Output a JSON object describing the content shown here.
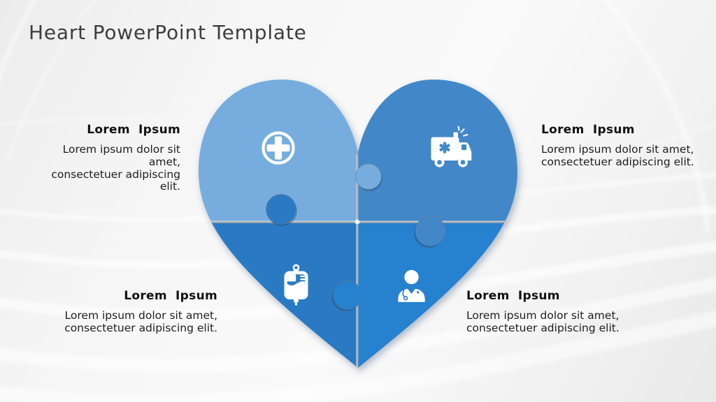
{
  "slide": {
    "title": "Heart PowerPoint Template"
  },
  "colors": {
    "top_left": "#77ADDE",
    "top_right": "#4288C9",
    "bottom_left": "#2C7AC3",
    "bottom_right": "#2781CE",
    "seam": "#ADADAD",
    "icon_white": "#FFFFFF"
  },
  "sections": [
    {
      "position": "top-left",
      "icon": "medical-cross-icon",
      "heading": "Lorem Ipsum",
      "body_line1": "Lorem ipsum dolor sit amet,",
      "body_line2": "consectetuer adipiscing elit."
    },
    {
      "position": "top-right",
      "icon": "ambulance-icon",
      "heading": "Lorem Ipsum",
      "body_line1": "Lorem ipsum dolor sit amet,",
      "body_line2": "consectetuer adipiscing elit."
    },
    {
      "position": "bottom-left",
      "icon": "iv-bag-icon",
      "heading": "Lorem Ipsum",
      "body_line1": "Lorem ipsum dolor sit amet,",
      "body_line2": "consectetuer adipiscing elit."
    },
    {
      "position": "bottom-right",
      "icon": "doctor-icon",
      "heading": "Lorem Ipsum",
      "body_line1": "Lorem ipsum dolor sit amet,",
      "body_line2": "consectetuer adipiscing elit."
    }
  ]
}
